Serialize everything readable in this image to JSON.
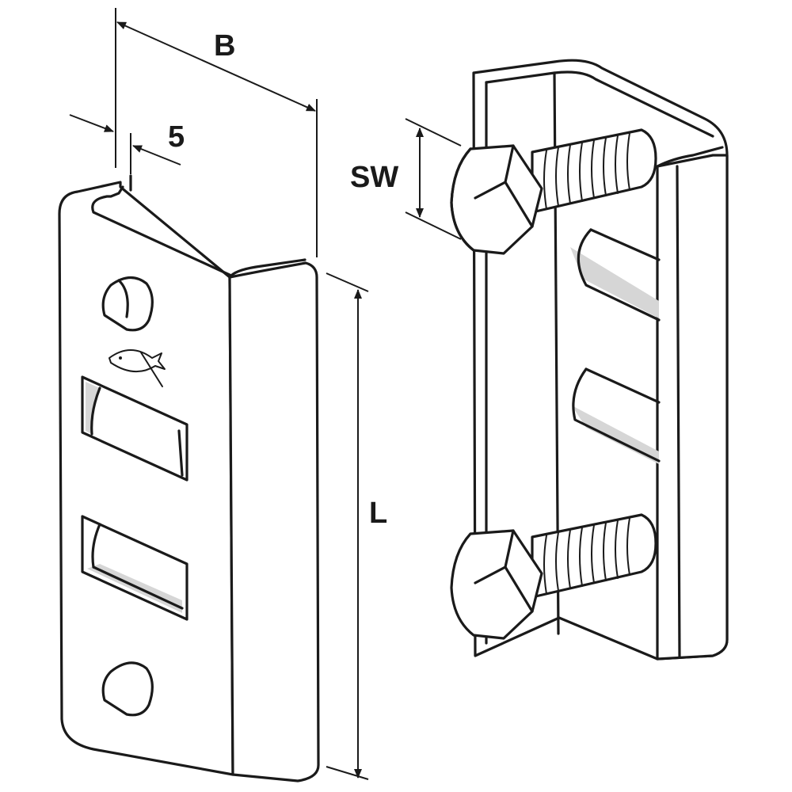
{
  "dimensions": {
    "width_label": "B",
    "thickness_label": "5",
    "length_label": "L",
    "wrench_size_label": "SW"
  },
  "colors": {
    "line": "#1a1a1a",
    "background": "#ffffff",
    "shade": "#d6d6d6"
  },
  "icons": {
    "logo": "fish-icon"
  }
}
